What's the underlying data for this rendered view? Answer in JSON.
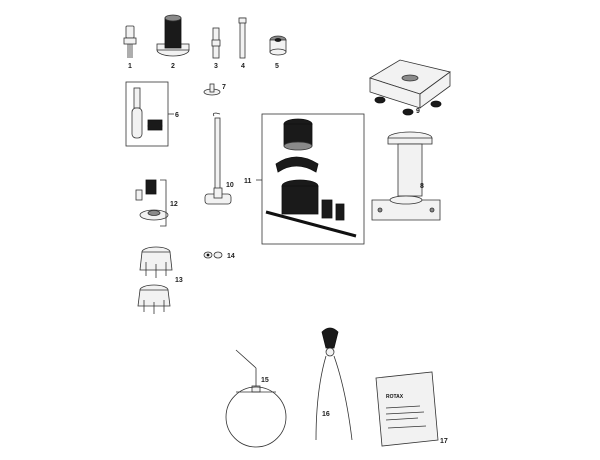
{
  "labels": {
    "p1": "1",
    "p2": "2",
    "p3": "3",
    "p4": "4",
    "p5": "5",
    "p6": "6",
    "p7": "7",
    "p8": "8",
    "p9": "9",
    "p10": "10",
    "p11": "11",
    "p12": "12",
    "p13": "13",
    "p14": "14",
    "p15": "15",
    "p16": "16",
    "p17": "17"
  },
  "manual": {
    "brand": "ROTAX"
  }
}
